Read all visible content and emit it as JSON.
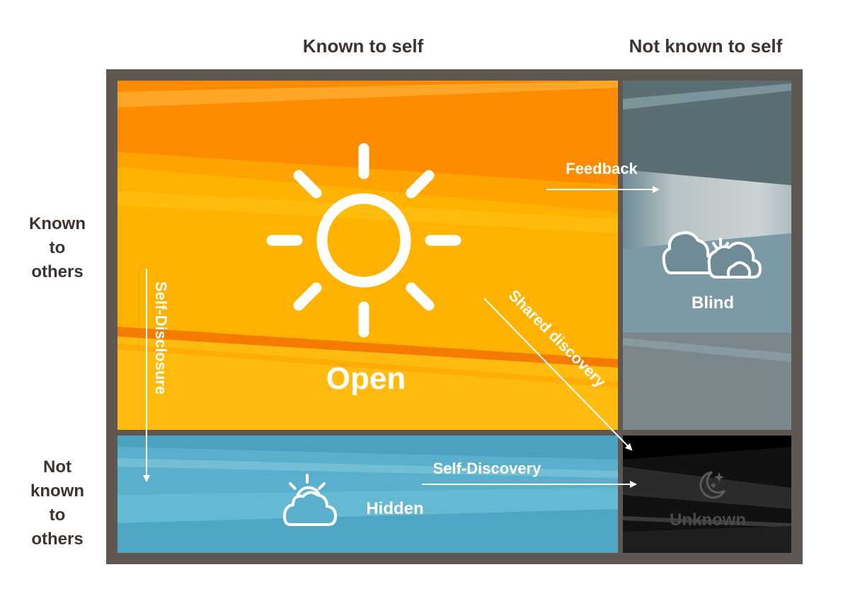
{
  "columns": {
    "left": "Known to self",
    "right": "Not known to self"
  },
  "rows": {
    "top": [
      "Known",
      "to",
      "others"
    ],
    "bottom": [
      "Not",
      "known",
      "to",
      "others"
    ]
  },
  "quadrants": {
    "open": {
      "label": "Open",
      "icon": "sun-icon",
      "color": "#ffb300"
    },
    "blind": {
      "label": "Blind",
      "icon": "cloudy-sun-icon",
      "color": "#6f8b95"
    },
    "hidden": {
      "label": "Hidden",
      "icon": "partly-cloudy-icon",
      "color": "#5ab0cc"
    },
    "unknown": {
      "label": "Unknown",
      "icon": "moon-stars-icon",
      "color": "#111111"
    }
  },
  "arrows": {
    "feedback": "Feedback",
    "self_disclosure": "Self-Disclosure",
    "shared_discovery": "Shared discovery",
    "self_discovery": "Self-Discovery"
  },
  "frame_color": "#5f5751"
}
